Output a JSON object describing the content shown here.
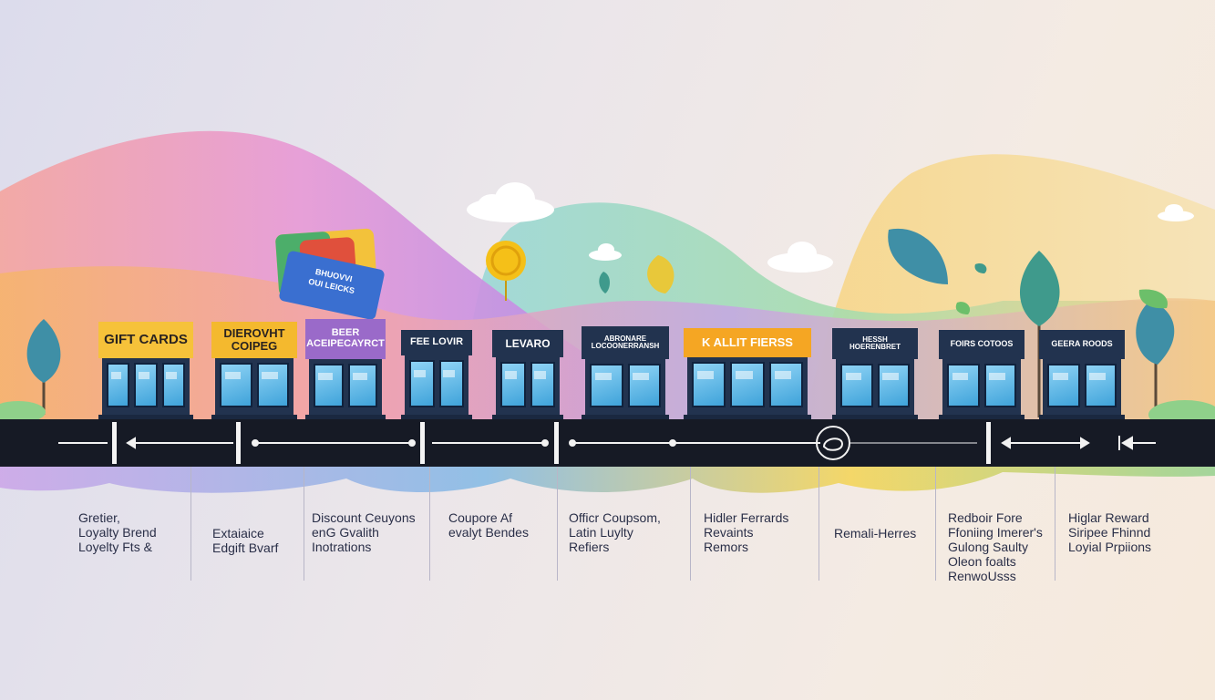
{
  "stores": [
    {
      "sign": "GIFT CARDS",
      "sign_color": "#f6c23a",
      "text_color": "#2a2320"
    },
    {
      "sign": "DIEROVHT\nCOIPEG",
      "sign_color": "#f4b92e",
      "text_color": "#2a2320"
    },
    {
      "sign": "BEER\nACEIPECAYRCT",
      "sign_color": "#9a6ac9",
      "text_color": "#ffffff"
    },
    {
      "sign": "FEE LOVIR",
      "sign_color": "#22334f",
      "text_color": "#ffffff"
    },
    {
      "sign": "LEVARO",
      "sign_color": "#22334f",
      "text_color": "#ffffff"
    },
    {
      "sign": "ABRONARE\nLOCOONERRANSH",
      "sign_color": "#22334f",
      "text_color": "#ffffff"
    },
    {
      "sign": "K ALLIT FIERSS",
      "sign_color": "#f5a623",
      "text_color": "#ffffff"
    },
    {
      "sign": "HESSH\nHOERENBRET",
      "sign_color": "#22334f",
      "text_color": "#ffffff"
    },
    {
      "sign": "FOIRS COTOOS",
      "sign_color": "#22334f",
      "text_color": "#ffffff"
    },
    {
      "sign": "GEERA ROODS",
      "sign_color": "#22334f",
      "text_color": "#ffffff"
    }
  ],
  "floating_card": {
    "text": "BHUOVVI\nOUI LEICKS"
  },
  "labels": [
    "Gretier,\nLoyalty Brend\nLoyelty Fts &",
    "Extaiaice\nEdgift Bvarf",
    "Discount Ceuyons\nenG Gvalith\nInotrations",
    "Coupore Af\nevalyt Bendes",
    "Officr Coupsom,\nLatin Luylty\nRefiers",
    "Hidler Ferrards\nRevaints\nRemors",
    "Remali-Herres",
    "Redboir Fore\nFfoniing Imerer's\nGulong Saulty\nOleon foalts\nRenwoUsss",
    "Higlar Reward\nSiripee Fhinnd\nLoyial Prpiions"
  ],
  "colors": {
    "timeline": "#161a25",
    "label_text": "#2a2f48",
    "coin": "#f5c018",
    "leaf": "#3f8fa6"
  },
  "icons": [
    "arrow-left-icon",
    "arrow-right-icon",
    "double-arrow-icon",
    "piggy-bank-icon",
    "rewind-icon",
    "cloud-icon",
    "coin-icon",
    "leaf-icon",
    "tree-icon",
    "gift-card-icon"
  ]
}
